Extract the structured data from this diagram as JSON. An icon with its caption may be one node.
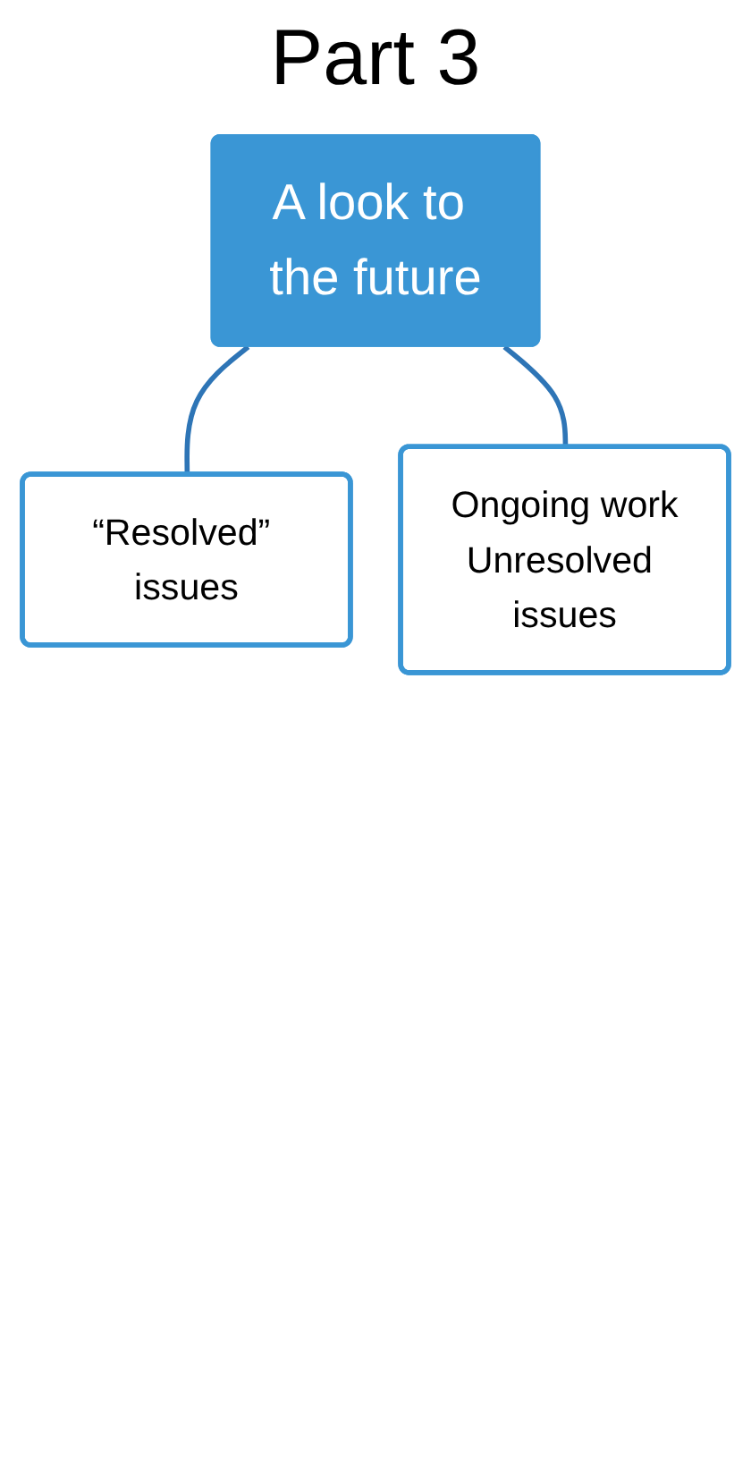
{
  "diagram": {
    "title": "Part 3",
    "nodes": [
      {
        "text": [
          "A look to the future"
        ]
      },
      {
        "text": [
          "“Resolved” issues"
        ]
      },
      {
        "text": [
          "Ongoing work",
          "Unresolved issues"
        ]
      }
    ],
    "edges": [
      {
        "from": 0,
        "to": 1,
        "arrow": "none"
      },
      {
        "from": 0,
        "to": 2,
        "arrow": "none"
      }
    ]
  }
}
